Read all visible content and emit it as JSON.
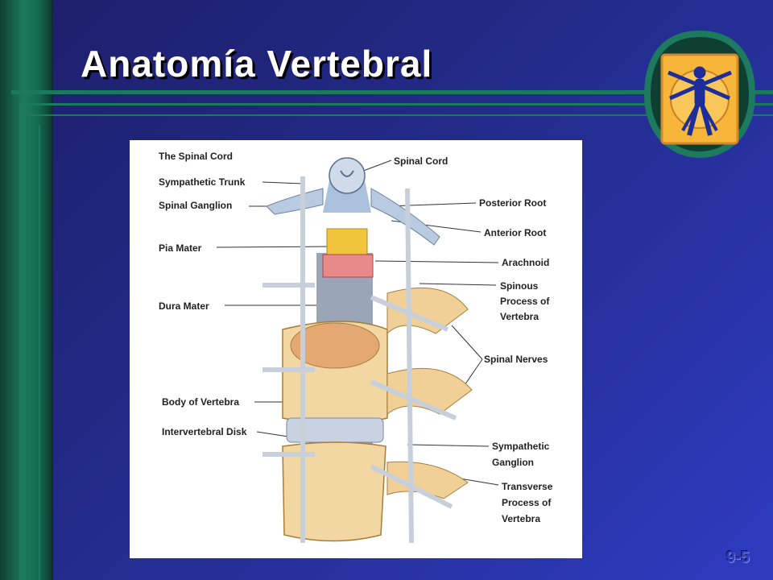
{
  "slide": {
    "title": "Anatomía Vertebral",
    "page_number": "9-5"
  },
  "figure": {
    "labels_left": {
      "spinal_cord_heading": "The Spinal Cord",
      "sympathetic_trunk": "Sympathetic Trunk",
      "spinal_ganglion": "Spinal Ganglion",
      "pia_mater": "Pia Mater",
      "dura_mater": "Dura Mater",
      "body_of_vertebra": "Body of Vertebra",
      "intervertebral_disk": "Intervertebral Disk"
    },
    "labels_right": {
      "spinal_cord": "Spinal Cord",
      "posterior_root": "Posterior Root",
      "anterior_root": "Anterior Root",
      "arachnoid": "Arachnoid",
      "spinous_process": [
        "Spinous",
        "Process of",
        "Vertebra"
      ],
      "spinal_nerves": "Spinal Nerves",
      "sympathetic_ganglion": [
        "Sympathetic",
        "Ganglion"
      ],
      "transverse_process": [
        "Transverse",
        "Process of",
        "Vertebra"
      ]
    }
  },
  "colors": {
    "background": "#232b8a",
    "accent_green": "#1d7a5e",
    "logo_fill": "#f7b53a"
  }
}
